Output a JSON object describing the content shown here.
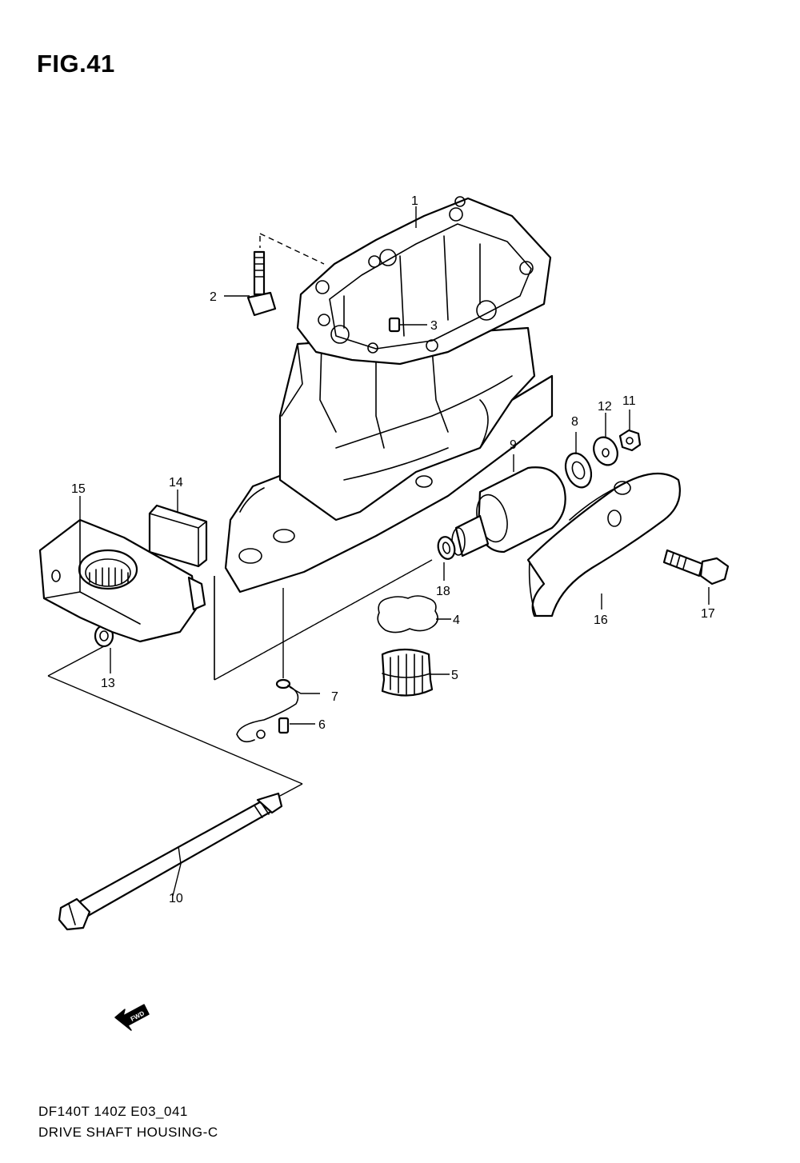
{
  "figure": {
    "title": "FIG.41"
  },
  "footer": {
    "code": "DF140T 140Z E03_041",
    "name": "DRIVE SHAFT HOUSING-C"
  },
  "fwd_arrow": {
    "label": "FWD",
    "icon": "fwd-arrow-icon"
  },
  "callouts": {
    "c1": "1",
    "c2": "2",
    "c3": "3",
    "c4": "4",
    "c5": "5",
    "c6": "6",
    "c7": "7",
    "c8": "8",
    "c9": "9",
    "c10": "10",
    "c11": "11",
    "c12": "12",
    "c13": "13",
    "c14": "14",
    "c15": "15",
    "c16": "16",
    "c17": "17",
    "c18": "18"
  }
}
